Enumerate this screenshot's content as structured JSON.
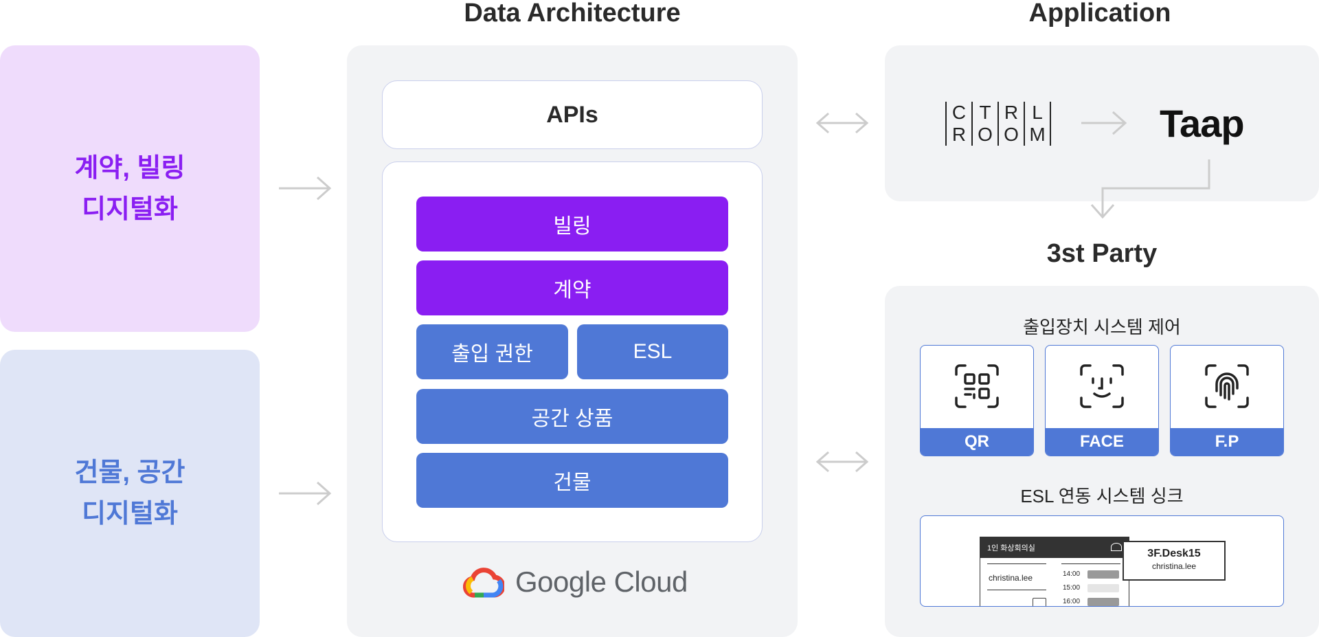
{
  "headings": {
    "data_architecture": "Data Architecture",
    "application": "Application",
    "third_party": "3st Party"
  },
  "left_cards": [
    {
      "line1": "계약, 빌링",
      "line2": "디지털화",
      "color": "#8a1ef2",
      "bg": "#efdcfc"
    },
    {
      "line1": "건물, 공간",
      "line2": "디지털화",
      "color": "#4f78d6",
      "bg": "#dfe5f6"
    }
  ],
  "architecture": {
    "apis": "APIs",
    "layers": {
      "billing": "빌링",
      "contract": "계약",
      "access": "출입 권한",
      "esl": "ESL",
      "space_product": "공간 상품",
      "building": "건물"
    },
    "cloud_text": "Google Cloud"
  },
  "application": {
    "ctrl_room": [
      "C",
      "T",
      "R",
      "L",
      "R",
      "O",
      "O",
      "M"
    ],
    "taap": "Taap"
  },
  "third_party": {
    "access_control_title": "출입장치 시스템 제어",
    "devices": [
      "QR",
      "FACE",
      "F.P"
    ],
    "esl_title": "ESL 연동 시스템 싱크",
    "esl_preview": {
      "room_name": "1인 화상회의실",
      "user": "christina.lee",
      "times": [
        "14:00",
        "15:00",
        "16:00"
      ],
      "desk_label": "3F.Desk15",
      "desk_user": "christina.lee"
    }
  },
  "colors": {
    "purple": "#8a1ef2",
    "blue": "#4f78d6",
    "panel_gray": "#f2f3f5",
    "arrow_gray": "#cccccc"
  }
}
